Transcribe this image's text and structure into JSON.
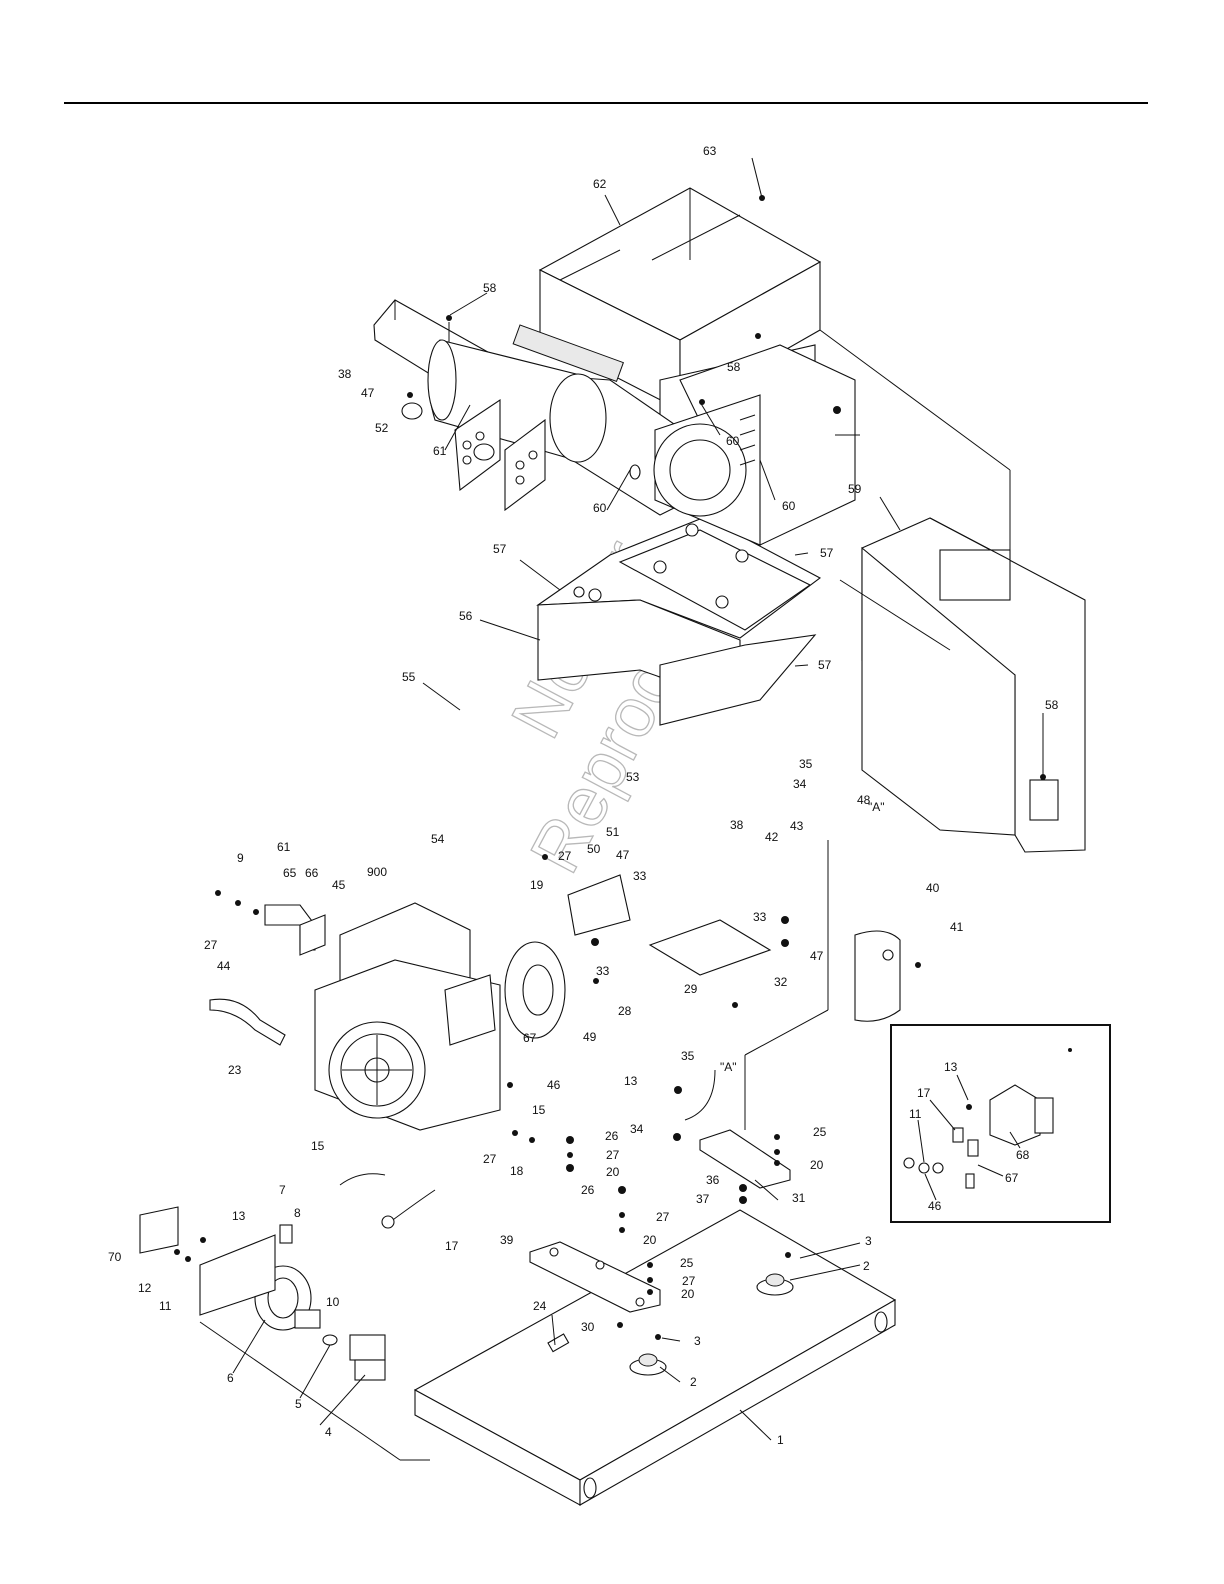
{
  "header": {
    "rule_color": "#000000"
  },
  "watermark": {
    "line1": "Not for",
    "line2": "Reproduction"
  },
  "detail_a_label": "\"A\"",
  "detail_a_label_2": "\"A\"",
  "callouts": {
    "c1": "1",
    "c2a": "2",
    "c2b": "2",
    "c3a": "3",
    "c3b": "3",
    "c4": "4",
    "c5": "5",
    "c6": "6",
    "c7": "7",
    "c8": "8",
    "c9": "9",
    "c10": "10",
    "c11": "11",
    "c12": "12",
    "c13a": "13",
    "c13b": "13",
    "c15a": "15",
    "c15b": "15",
    "c17": "17",
    "c18": "18",
    "c19": "19",
    "c20a": "20",
    "c20b": "20",
    "c20c": "20",
    "c20d": "20",
    "c23": "23",
    "c24": "24",
    "c25a": "25",
    "c25b": "25",
    "c26a": "26",
    "c26b": "26",
    "c27a": "27",
    "c27b": "27",
    "c27c": "27",
    "c27d": "27",
    "c27e": "27",
    "c27f": "27",
    "c28": "28",
    "c29": "29",
    "c30": "30",
    "c31": "31",
    "c32": "32",
    "c33a": "33",
    "c33b": "33",
    "c33c": "33",
    "c34a": "34",
    "c34b": "34",
    "c35a": "35",
    "c35b": "35",
    "c36": "36",
    "c37": "37",
    "c38a": "38",
    "c38b": "38",
    "c39": "39",
    "c40": "40",
    "c41": "41",
    "c42": "42",
    "c43": "43",
    "c44": "44",
    "c45": "45",
    "c46": "46",
    "c47a": "47",
    "c47b": "47",
    "c47c": "47",
    "c48": "48",
    "c49": "49",
    "c50": "50",
    "c51": "51",
    "c52": "52",
    "c53": "53",
    "c54": "54",
    "c55": "55",
    "c56": "56",
    "c57a": "57",
    "c57b": "57",
    "c57c": "57",
    "c58a": "58",
    "c58b": "58",
    "c58c": "58",
    "c59": "59",
    "c60a": "60",
    "c60b": "60",
    "c60c": "60",
    "c61a": "61",
    "c61b": "61",
    "c62": "62",
    "c63": "63",
    "c65": "65",
    "c66": "66",
    "c67": "67",
    "c70": "70",
    "c900": "900"
  },
  "inset": {
    "c13": "13",
    "c17": "17",
    "c11": "11",
    "c68": "68",
    "c67": "67",
    "c46": "46"
  }
}
